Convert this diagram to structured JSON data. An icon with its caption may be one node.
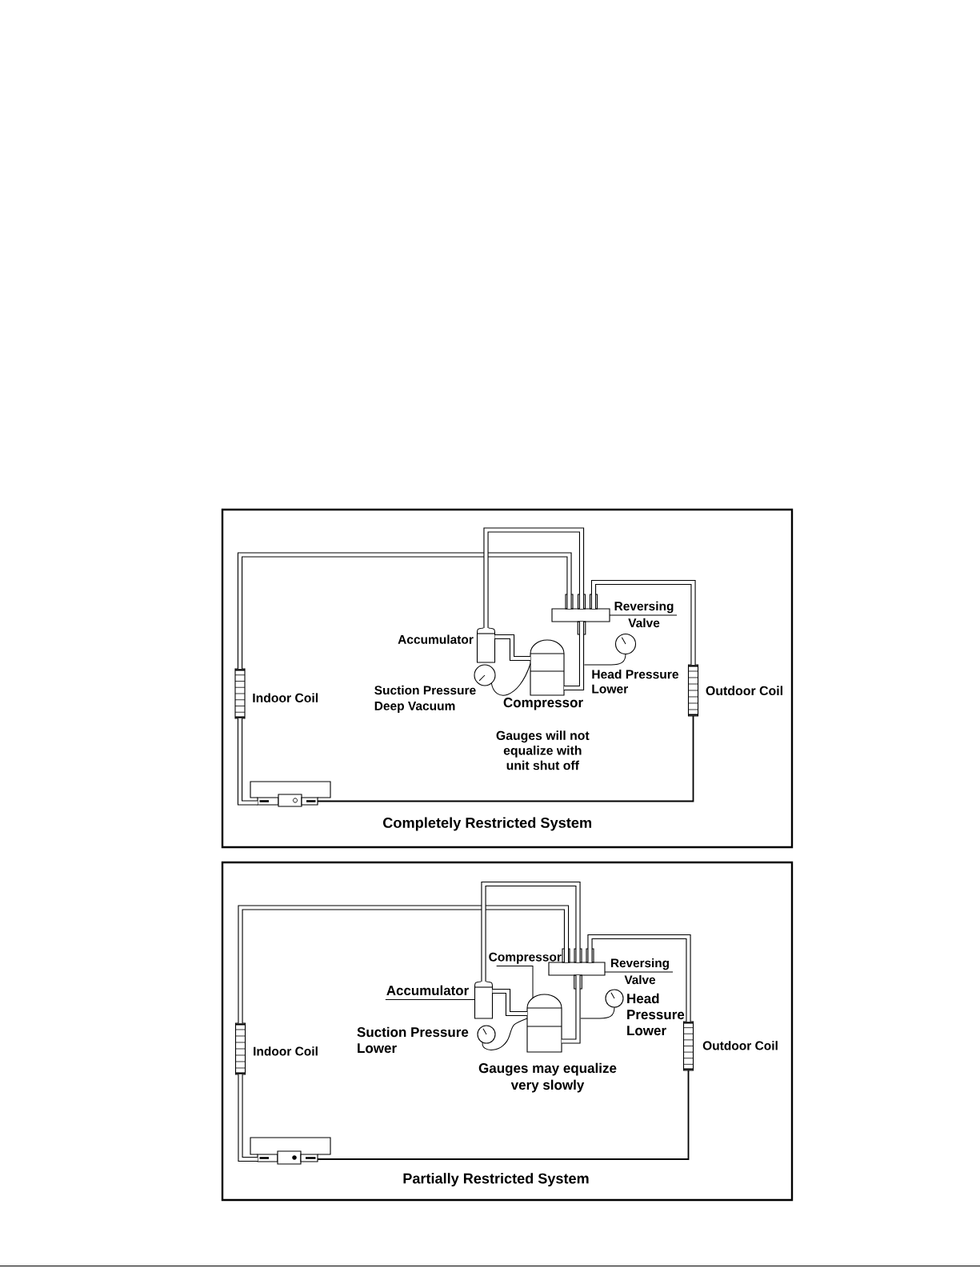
{
  "diagram": {
    "nodes": [
      {
        "text": [
          "Completely Restricted System"
        ]
      },
      {
        "text": [],
        "shape": "bar",
        "beside": [
          "Indoor Coil"
        ],
        "in": 0
      },
      {
        "text": [],
        "shape": "box",
        "in": 0
      },
      {
        "text": [],
        "shape": "cylinder",
        "beside": [
          "Accumulator"
        ],
        "in": 0
      },
      {
        "text": [],
        "shape": "cylinder",
        "beside": [
          "Compressor"
        ],
        "in": 0
      },
      {
        "text": [],
        "shape": "box",
        "in": 0
      },
      {
        "text": [
          "Reversing Valve"
        ],
        "in": 0
      },
      {
        "text": [],
        "shape": "bar",
        "beside": [
          "Outdoor Coil"
        ],
        "in": 0
      },
      {
        "text": [],
        "shape": "circle",
        "beside": [
          "Suction Pressure Deep Vacuum"
        ],
        "in": 0
      },
      {
        "text": [],
        "shape": "circle",
        "beside": [
          "Head Pressure Lower"
        ],
        "in": 0
      },
      {
        "text": [
          "Partially Restricted System"
        ]
      },
      {
        "text": [],
        "shape": "bar",
        "beside": [
          "Indoor Coil"
        ],
        "in": 10
      },
      {
        "text": [],
        "shape": "box",
        "in": 10
      },
      {
        "text": [
          "Accumulator"
        ],
        "in": 10
      },
      {
        "text": [],
        "shape": "cylinder",
        "in": 10
      },
      {
        "text": [
          "Compressor"
        ],
        "in": 10
      },
      {
        "text": [],
        "shape": "cylinder",
        "in": 10
      },
      {
        "text": [],
        "shape": "box",
        "in": 10
      },
      {
        "text": [
          "Reversing Valve"
        ],
        "in": 10
      },
      {
        "text": [],
        "shape": "bar",
        "beside": [
          "Outdoor Coil"
        ],
        "in": 10
      },
      {
        "text": [],
        "shape": "circle",
        "beside": [
          "Suction Pressure Lower"
        ],
        "in": 10
      },
      {
        "text": [],
        "shape": "circle",
        "beside": [
          "Head Pressure Lower"
        ],
        "in": 10
      }
    ],
    "edges": [
      {
        "from": 1,
        "to": 5,
        "arrow": "none"
      },
      {
        "from": 5,
        "to": 3,
        "arrow": "none"
      },
      {
        "from": 5,
        "to": 7,
        "arrow": "none"
      },
      {
        "from": 3,
        "to": 4,
        "arrow": "none"
      },
      {
        "from": 4,
        "to": 5,
        "arrow": "none"
      },
      {
        "from": 7,
        "to": 2,
        "arrow": "none"
      },
      {
        "from": 2,
        "to": 1,
        "arrow": "none"
      },
      {
        "from": 8,
        "to": 4,
        "arrow": "none"
      },
      {
        "from": 9,
        "to": null,
        "arrow": "none"
      },
      {
        "from": 6,
        "to": 5,
        "arrow": "none"
      },
      {
        "from": 11,
        "to": 17,
        "arrow": "none"
      },
      {
        "from": 17,
        "to": 14,
        "arrow": "none"
      },
      {
        "from": 17,
        "to": 19,
        "arrow": "none"
      },
      {
        "from": 14,
        "to": 16,
        "arrow": "none"
      },
      {
        "from": 16,
        "to": 17,
        "arrow": "none"
      },
      {
        "from": 19,
        "to": 12,
        "arrow": "none"
      },
      {
        "from": 12,
        "to": 11,
        "arrow": "none"
      },
      {
        "from": 20,
        "to": 16,
        "arrow": "none"
      },
      {
        "from": 21,
        "to": null,
        "arrow": "none"
      },
      {
        "from": 13,
        "to": 14,
        "arrow": "none"
      },
      {
        "from": 15,
        "to": 16,
        "arrow": "none"
      },
      {
        "from": 18,
        "to": 17,
        "arrow": "none"
      }
    ],
    "labels": [
      "Gauges will not equalize with unit shut off",
      "Gauges may equalize very slowly"
    ]
  }
}
